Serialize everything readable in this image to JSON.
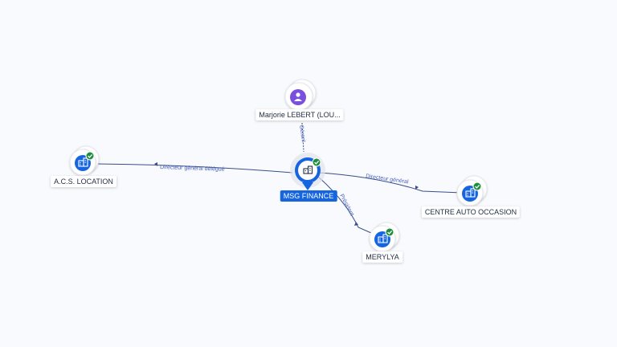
{
  "colors": {
    "accent": "#1565e0",
    "person": "#7a4fe0",
    "verified": "#1e8e3e",
    "edge": "#3a4d8a",
    "edge_label": "#4a63b8"
  },
  "nodes": {
    "center": {
      "label": "MSG FINANCE",
      "icon": "building-icon",
      "verified": true
    },
    "person": {
      "label": "Marjorie LEBERT (LOU...",
      "icon": "person-icon"
    },
    "acs": {
      "label": "A.C.S. LOCATION",
      "icon": "building-icon",
      "verified": true
    },
    "cao": {
      "label": "CENTRE AUTO OCCASION",
      "icon": "building-icon",
      "verified": true
    },
    "merylya": {
      "label": "MERYLYA",
      "icon": "building-icon",
      "verified": true
    }
  },
  "edges": {
    "gerant": "Gérant",
    "dg_delegue": "Directeur général délégué",
    "dg": "Directeur général",
    "president": "Président"
  }
}
